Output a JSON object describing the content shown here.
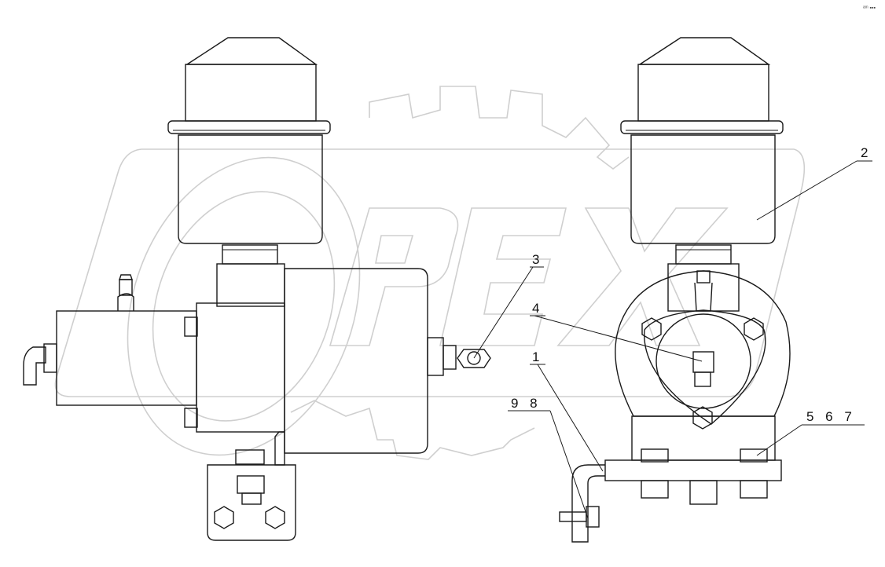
{
  "watermark": {
    "text": "OPEX"
  },
  "corner_mark": "ᵃᵐ ▪▪▪",
  "callouts": [
    {
      "id": "c1",
      "label": "1"
    },
    {
      "id": "c2",
      "label": "2"
    },
    {
      "id": "c3",
      "label": "3"
    },
    {
      "id": "c4",
      "label": "4"
    },
    {
      "id": "c567",
      "label": "5 6 7"
    },
    {
      "id": "c98",
      "label": "9 8"
    }
  ]
}
